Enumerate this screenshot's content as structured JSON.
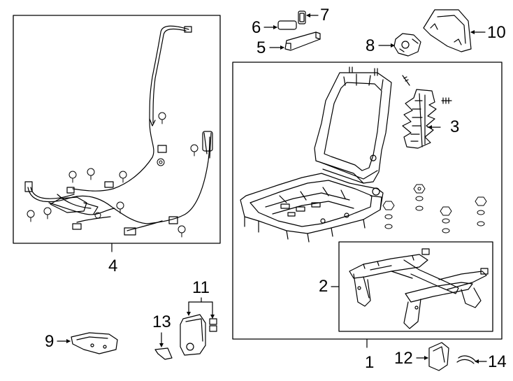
{
  "diagram": {
    "callouts": {
      "p1": "1",
      "p2": "2",
      "p3": "3",
      "p4": "4",
      "p5": "5",
      "p6": "6",
      "p7": "7",
      "p8": "8",
      "p9": "9",
      "p10": "10",
      "p11": "11",
      "p12": "12",
      "p13": "13",
      "p14": "14"
    }
  }
}
